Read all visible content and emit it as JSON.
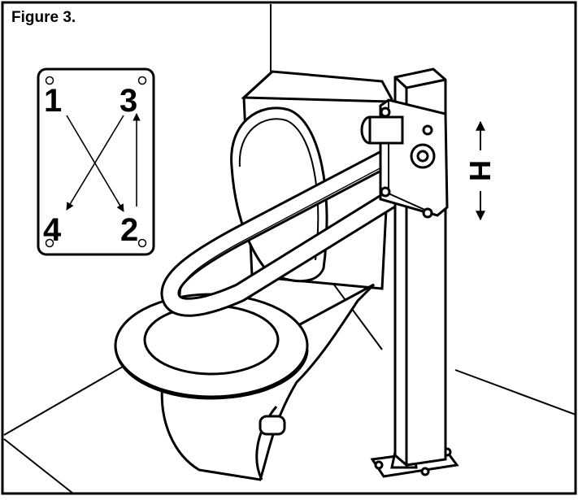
{
  "figure": {
    "label": "Figure 3."
  },
  "sequence_plate": {
    "numbers": [
      "1",
      "3",
      "4",
      "2"
    ]
  },
  "height_indicator": {
    "label": "H"
  }
}
